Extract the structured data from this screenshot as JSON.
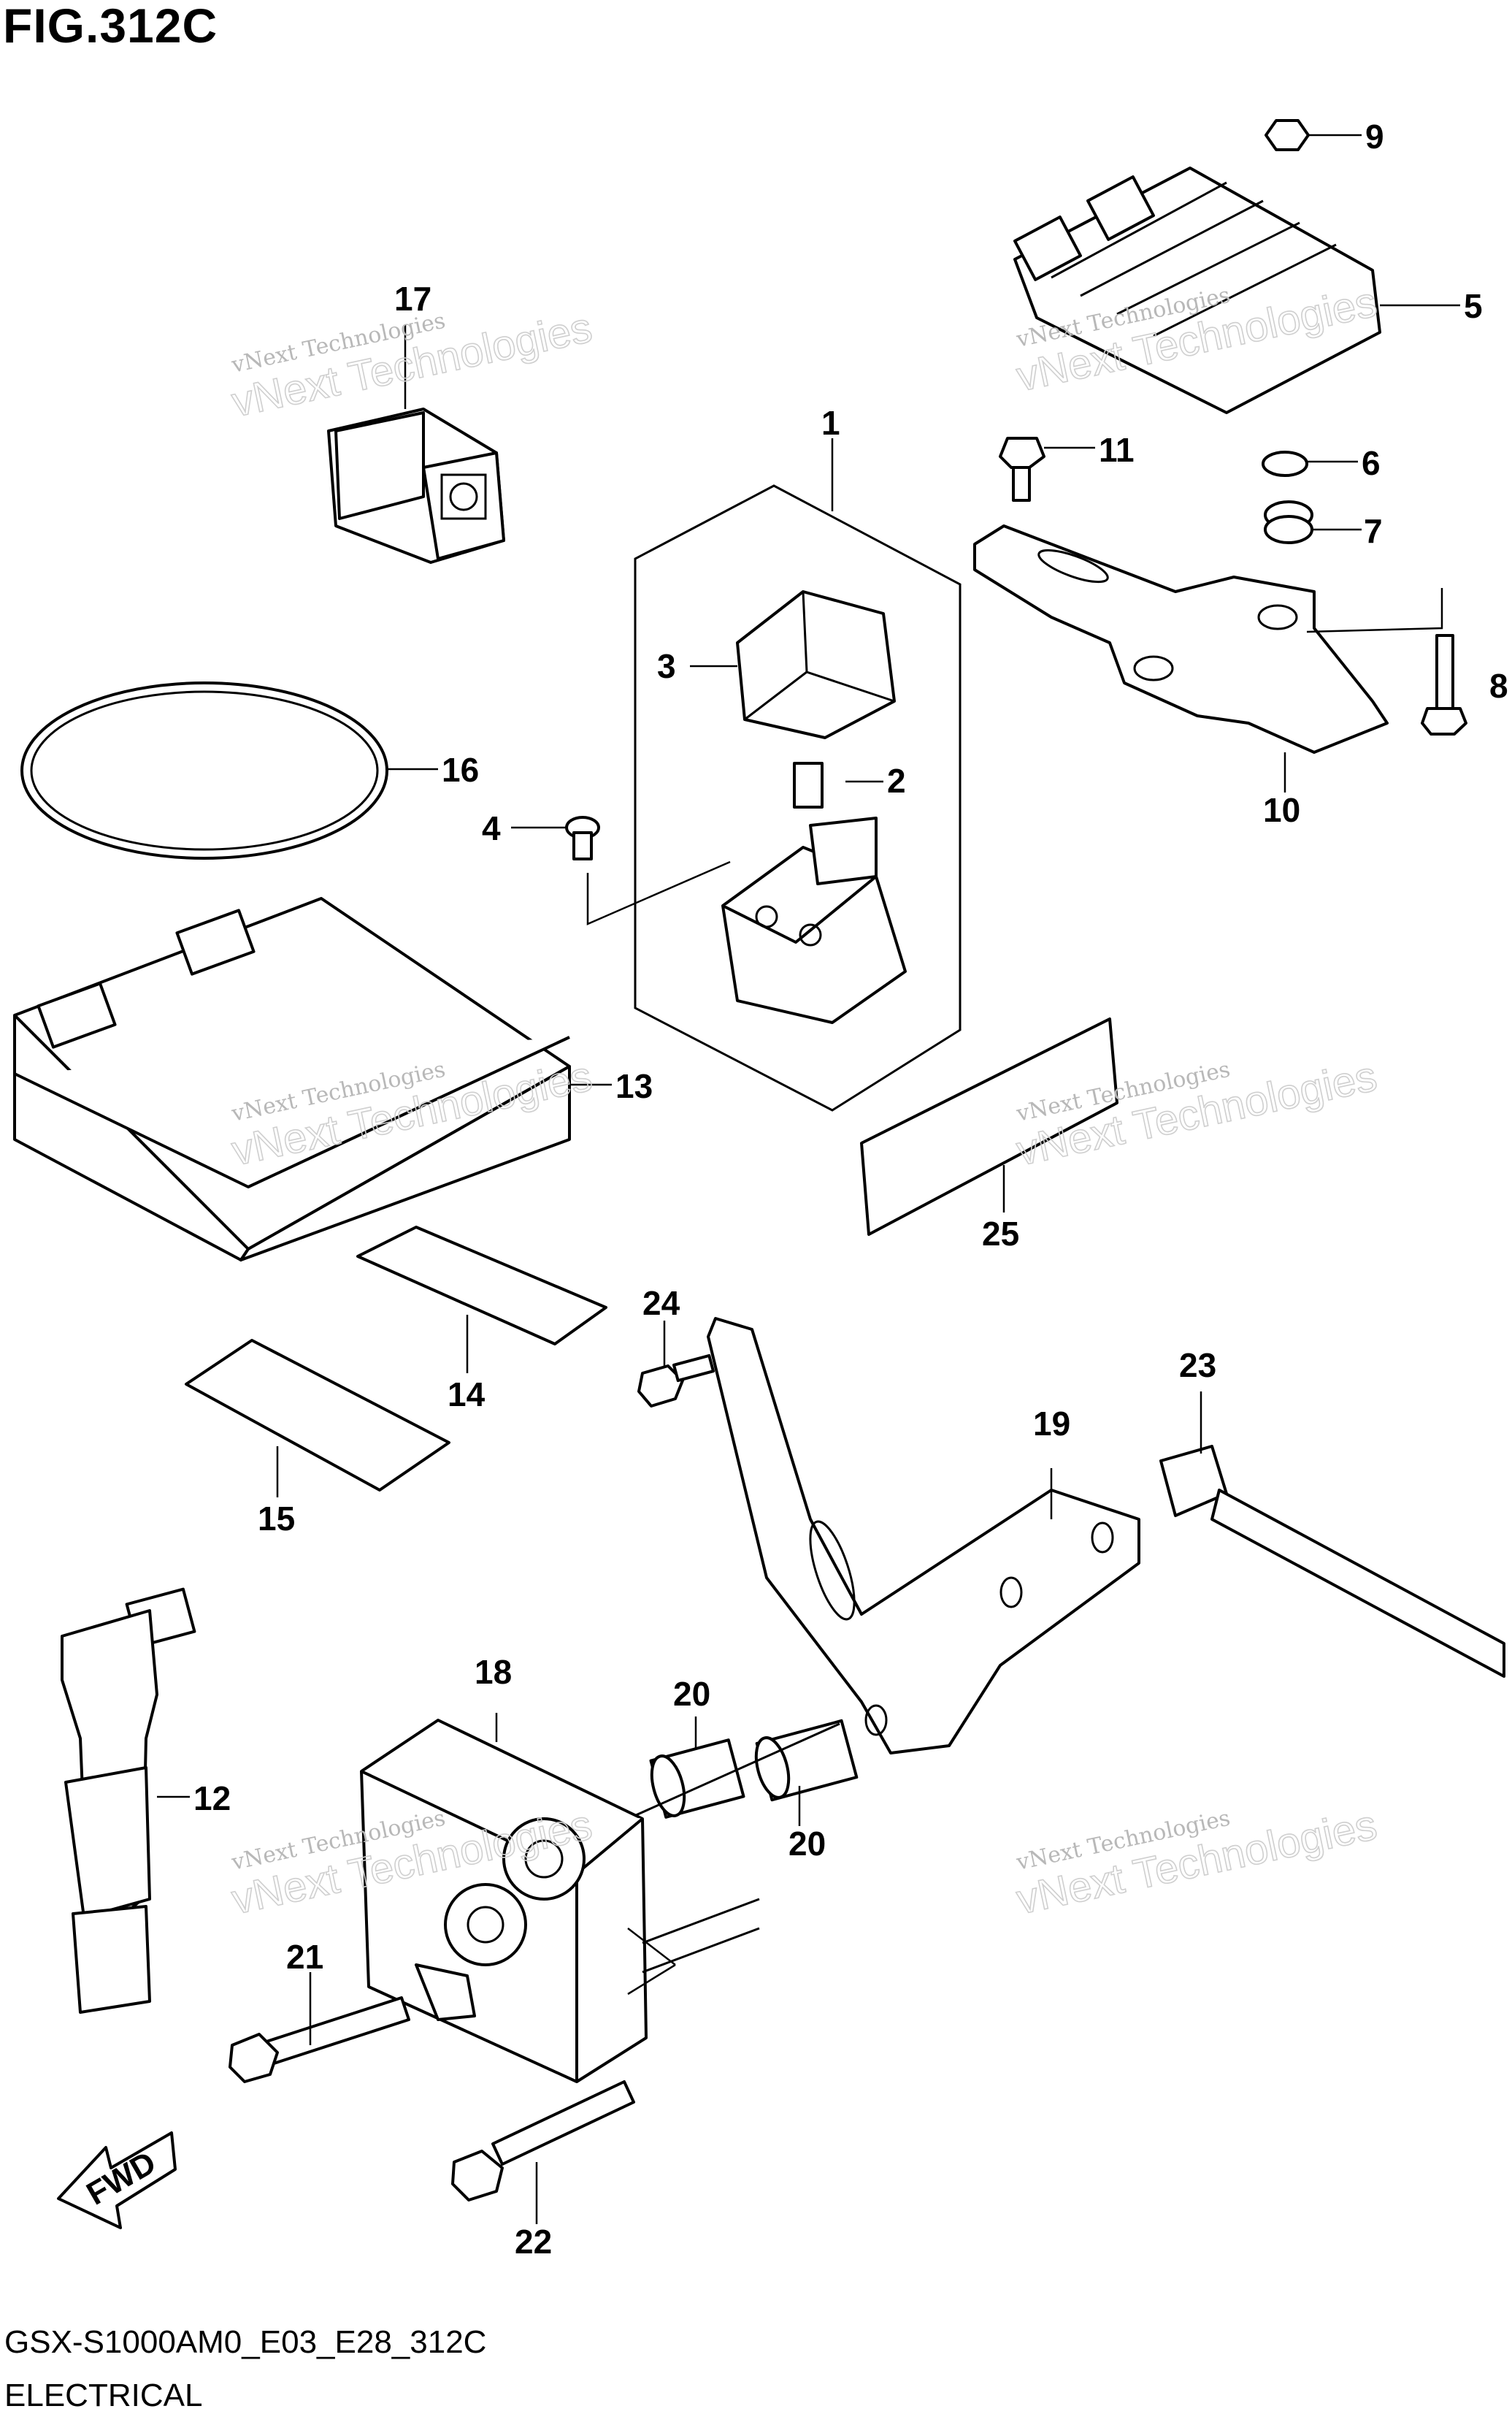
{
  "figure": {
    "title": "FIG.312C",
    "model_code": "GSX-S1000AM0_E03_E28_312C",
    "section": "ELECTRICAL",
    "direction_label": "FWD"
  },
  "watermark": {
    "line1": "vNext Technologies",
    "line2": "vNext Technologies"
  },
  "callouts": [
    "1",
    "2",
    "3",
    "4",
    "5",
    "6",
    "7",
    "8",
    "9",
    "10",
    "11",
    "12",
    "13",
    "14",
    "15",
    "16",
    "17",
    "18",
    "19",
    "20",
    "20",
    "21",
    "22",
    "23",
    "24",
    "25"
  ]
}
